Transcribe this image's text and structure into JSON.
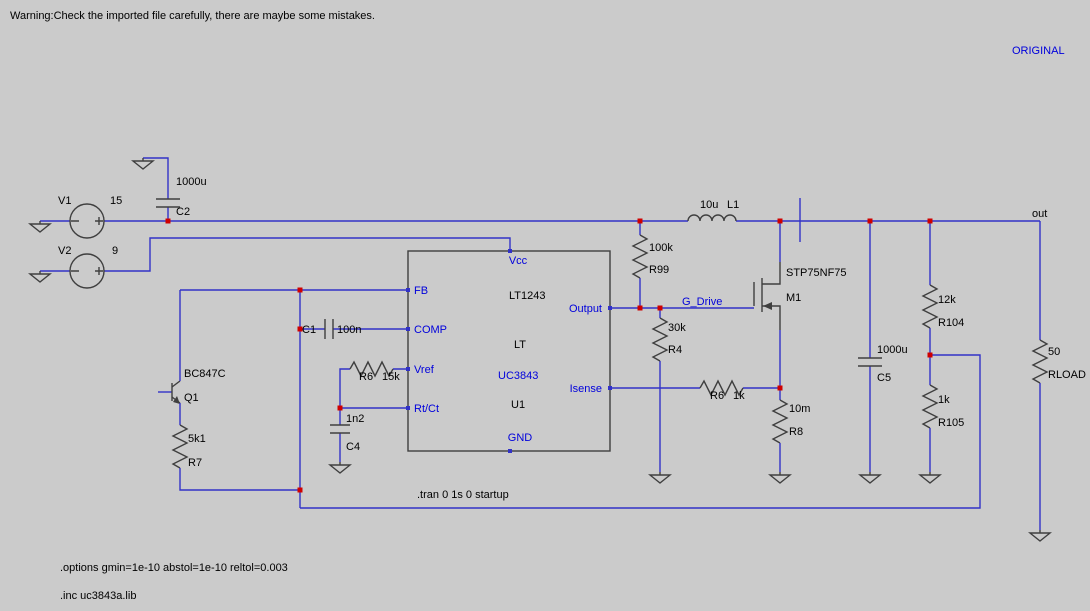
{
  "colors": {
    "background": "#cbcbcb",
    "wire": "#3232c8",
    "symbol": "#3f3f3f",
    "text": "#000000",
    "pin_label": "#0000dc",
    "junction": "#cf0000"
  },
  "header": {
    "warning": "Warning:Check the imported file carefully, there are maybe some mistakes.",
    "watermark": "ORIGINAL"
  },
  "directives": {
    "tran": ".tran 0 1s 0 startup",
    "options": ".options gmin=1e-10 abstol=1e-10 reltol=0.003",
    "include": ".inc uc3843a.lib"
  },
  "nets": {
    "out": "out",
    "g_drive": "G_Drive"
  },
  "ic": {
    "refdes": "U1",
    "line1": "LT1243",
    "line2": "LT",
    "line3": "UC3843",
    "pins": {
      "vcc": "Vcc",
      "fb": "FB",
      "comp": "COMP",
      "vref": "Vref",
      "rtct": "Rt/Ct",
      "gnd": "GND",
      "output": "Output",
      "isense": "Isense"
    }
  },
  "components": {
    "v1": {
      "name": "V1",
      "value": "15"
    },
    "v2": {
      "name": "V2",
      "value": "9"
    },
    "c1": {
      "name": "C1",
      "value": "100n"
    },
    "c2": {
      "name": "C2",
      "value": "1000u"
    },
    "c4": {
      "name": "C4",
      "value": "1n2"
    },
    "c5": {
      "name": "C5",
      "value": "1000u"
    },
    "l1": {
      "name": "L1",
      "value": "10u"
    },
    "q1": {
      "name": "Q1",
      "value": "BC847C"
    },
    "m1": {
      "name": "M1",
      "value": "STP75NF75"
    },
    "r4": {
      "name": "R4",
      "value": "30k"
    },
    "r6a": {
      "name": "R6",
      "value": "15k"
    },
    "r6b": {
      "name": "R6",
      "value": "1k"
    },
    "r7": {
      "name": "R7",
      "value": "5k1"
    },
    "r8": {
      "name": "R8",
      "value": "10m"
    },
    "r99": {
      "name": "R99",
      "value": "100k"
    },
    "r104": {
      "name": "R104",
      "value": "12k"
    },
    "r105": {
      "name": "R105",
      "value": "1k"
    },
    "rload": {
      "name": "RLOAD",
      "value": "50"
    }
  }
}
